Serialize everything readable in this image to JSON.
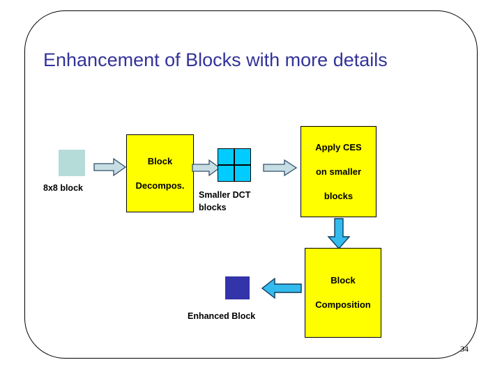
{
  "slide": {
    "title": "Enhancement of Blocks with more details",
    "title_color": "#333399",
    "slide_number": "34",
    "frame_shape": "rounded-rectangle"
  },
  "diagram": {
    "type": "flowchart",
    "nodes": [
      {
        "id": "source-block",
        "kind": "swatch",
        "label": "8x8 block",
        "color": "#b5dcd8"
      },
      {
        "id": "block-decompose",
        "kind": "process",
        "label": "Block\nDecompos.",
        "line1": "Block",
        "line2": "Decompos.",
        "color": "#ffff00"
      },
      {
        "id": "dct-blocks",
        "kind": "grid-2x2",
        "label": "Smaller DCT\nblocks",
        "line1": "Smaller DCT",
        "line2": "blocks",
        "color": "#00ccff"
      },
      {
        "id": "apply-ces",
        "kind": "process",
        "label": "Apply CES on smaller blocks",
        "line1": "Apply CES",
        "line2": "on smaller",
        "line3": "blocks",
        "color": "#ffff00"
      },
      {
        "id": "block-composition",
        "kind": "process",
        "label": "Block Composition",
        "line1": "Block",
        "line2": "Composition",
        "color": "#ffff00"
      },
      {
        "id": "enhanced-block",
        "kind": "swatch",
        "label": "Enhanced Block",
        "color": "#3333aa"
      }
    ],
    "connectors": [
      {
        "id": "arrow-1",
        "from": "source-block",
        "to": "block-decompose",
        "direction": "right",
        "style": "pale-outline"
      },
      {
        "id": "arrow-2",
        "from": "block-decompose",
        "to": "dct-blocks",
        "direction": "right",
        "style": "pale-outline"
      },
      {
        "id": "arrow-3",
        "from": "dct-blocks",
        "to": "apply-ces",
        "direction": "right",
        "style": "pale-outline"
      },
      {
        "id": "arrow-4",
        "from": "apply-ces",
        "to": "block-composition",
        "direction": "down",
        "style": "cyan-solid"
      },
      {
        "id": "arrow-5",
        "from": "block-composition",
        "to": "enhanced-block",
        "direction": "left",
        "style": "cyan-solid"
      }
    ]
  },
  "labels": {
    "source_block": "8x8 block",
    "dct_blocks_line1": "Smaller DCT",
    "dct_blocks_line2": "blocks",
    "enhanced_block": "Enhanced Block"
  }
}
